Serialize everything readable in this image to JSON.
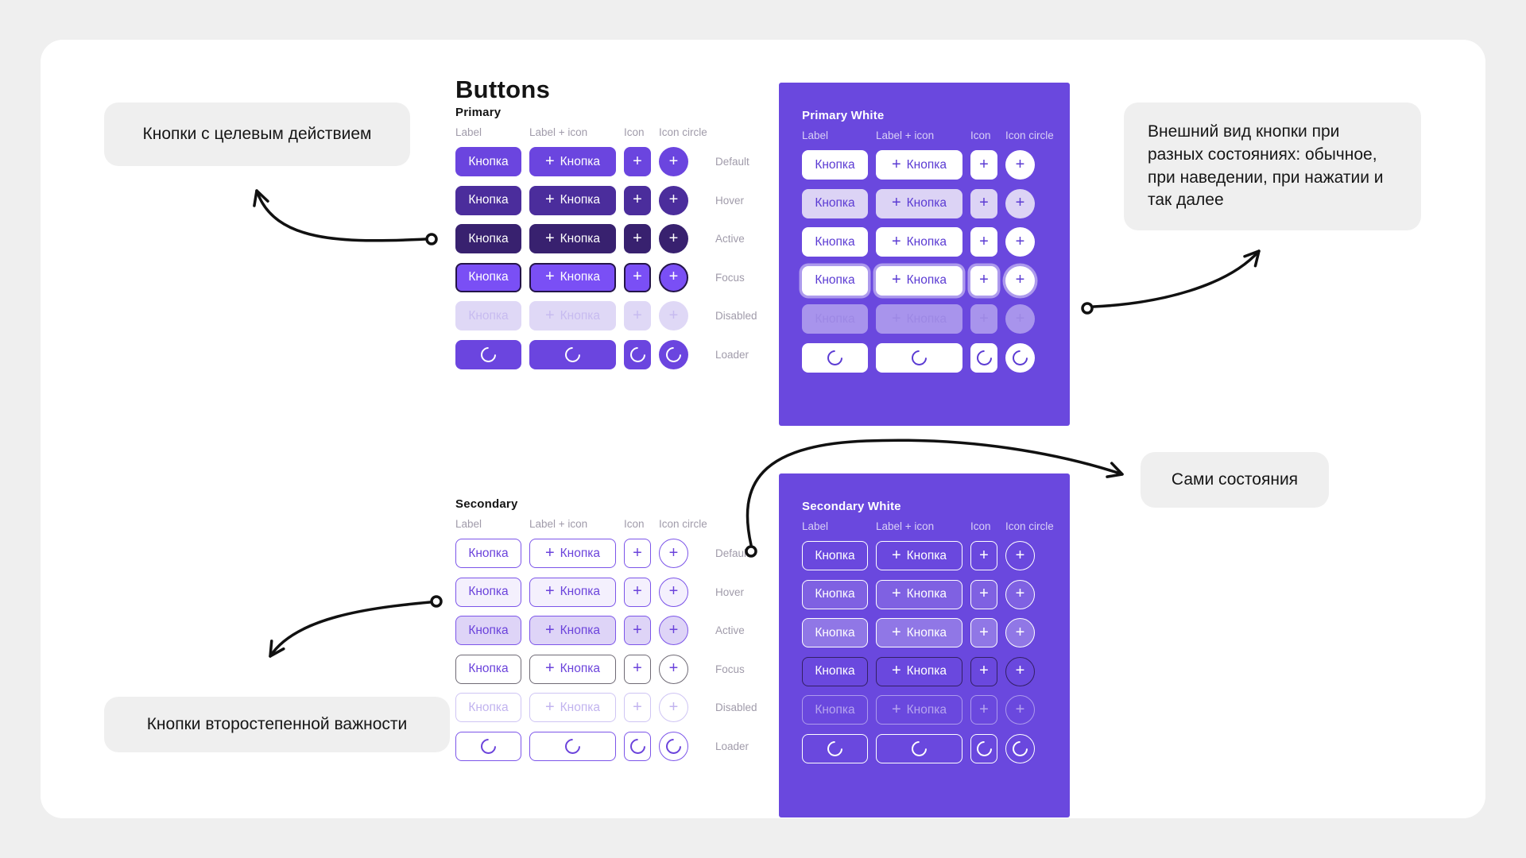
{
  "page": {
    "title": "Buttons"
  },
  "columns": [
    "Label",
    "Label + icon",
    "Icon",
    "Icon circle"
  ],
  "states": [
    "Default",
    "Hover",
    "Active",
    "Focus",
    "Disabled",
    "Loader"
  ],
  "button_label": "Кнопка",
  "plus_icon": "+",
  "sections": {
    "primary": {
      "title": "Primary"
    },
    "primary_white": {
      "title": "Primary White"
    },
    "secondary": {
      "title": "Secondary"
    },
    "secondary_white": {
      "title": "Secondary White"
    }
  },
  "annotations": {
    "primary_note": "Кнопки с целевым действием",
    "states_appearance_note": "Внешний вид кнопки при разных состояниях: обычное, при наведении, при нажатии и так далее",
    "states_note": "Сами состояния",
    "secondary_note": "Кнопки второстепенной важности"
  },
  "colors": {
    "accent": "#6B45DF",
    "accent_hover": "#4B2D9C",
    "accent_active": "#38216F",
    "accent_focus": "#7A4FF5",
    "disabled_bg": "#DFD8F6",
    "panel_bg": "#6A48DE",
    "page_bg": "#EFEFEF"
  }
}
